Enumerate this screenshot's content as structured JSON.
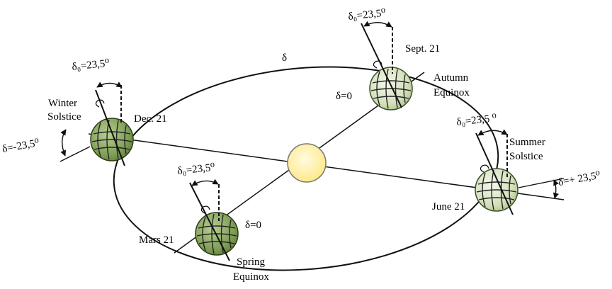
{
  "colors": {
    "sun_fill": "#fff2a6",
    "sun_stroke": "#777777",
    "earth_dark": "#7f9e56",
    "earth_light": "#dde7c9",
    "line": "#111111"
  },
  "labels": {
    "orbit_delta": "δ",
    "winter": {
      "l1": "Winter",
      "l2": "Solstice",
      "date": "Dec. 21",
      "tilt": "δ₀=23,5⁰",
      "angle": "δ=-23,5⁰"
    },
    "autumn": {
      "l1": "Autumn",
      "l2": "Equinox",
      "date": "Sept. 21",
      "tilt": "δ₀=23,5⁰",
      "angle": "δ=0"
    },
    "summer": {
      "l1": "Summer",
      "l2": "Solstice",
      "date": "June 21",
      "tilt": "δ₀=23,5 ⁰",
      "angle": "δ=+ 23,5⁰"
    },
    "spring": {
      "l1": "Spring",
      "l2": "Equinox",
      "date": "Mars 21",
      "tilt": "δ₀=23,5⁰",
      "angle": "δ=0"
    }
  },
  "icons": [
    "sun-icon",
    "earth-icon"
  ]
}
